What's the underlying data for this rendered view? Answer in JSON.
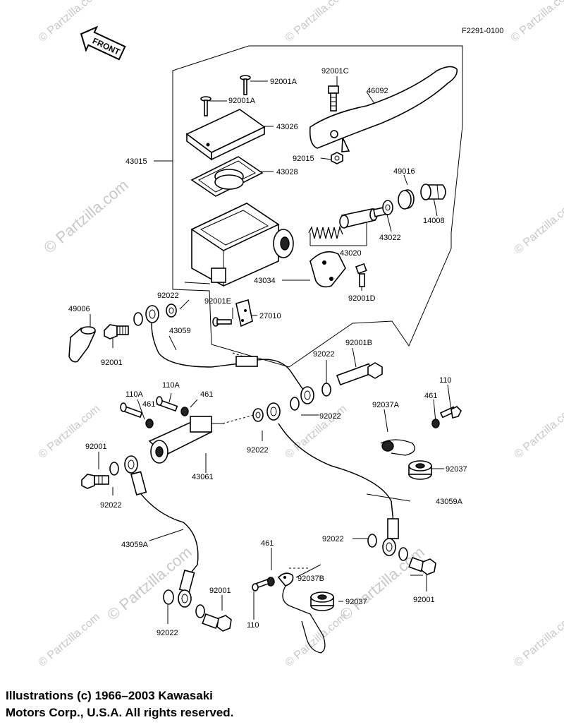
{
  "figure_code": "F2291-0100",
  "front_label": "FRONT",
  "watermark_main": "© Partzilla.com",
  "watermark_small": "© Partzilla.com",
  "copyright": {
    "line1": "Illustrations (c) 1966–2003 Kawasaki",
    "line2": "Motors Corp., U.S.A.  All rights reserved."
  },
  "labels": {
    "l_92001A_1": "92001A",
    "l_92001A_2": "92001A",
    "l_92001C": "92001C",
    "l_46092": "46092",
    "l_43026": "43026",
    "l_43015": "43015",
    "l_92015": "92015",
    "l_43028": "43028",
    "l_49016": "49016",
    "l_43022": "43022",
    "l_14008": "14008",
    "l_43020": "43020",
    "l_43034": "43034",
    "l_92001D": "92001D",
    "l_92022_a": "92022",
    "l_92001E": "92001E",
    "l_27010": "27010",
    "l_49006": "49006",
    "l_43059": "43059",
    "l_92001_a": "92001",
    "l_92022_b": "92022",
    "l_92001B": "92001B",
    "l_110A_1": "110A",
    "l_110A_2": "110A",
    "l_461_a": "461",
    "l_461_b": "461",
    "l_92022_c": "92022",
    "l_92037A": "92037A",
    "l_110_a": "110",
    "l_461_c": "461",
    "l_92001_b": "92001",
    "l_43061": "43061",
    "l_92022_d": "92022",
    "l_92037_a": "92037",
    "l_92022_e": "92022",
    "l_43059A_1": "43059A",
    "l_43059A_2": "43059A",
    "l_461_d": "461",
    "l_92022_f": "92022",
    "l_92037B": "92037B",
    "l_92001_c": "92001",
    "l_92037_b": "92037",
    "l_92001_d": "92001",
    "l_110_b": "110",
    "l_92022_g": "92022"
  }
}
